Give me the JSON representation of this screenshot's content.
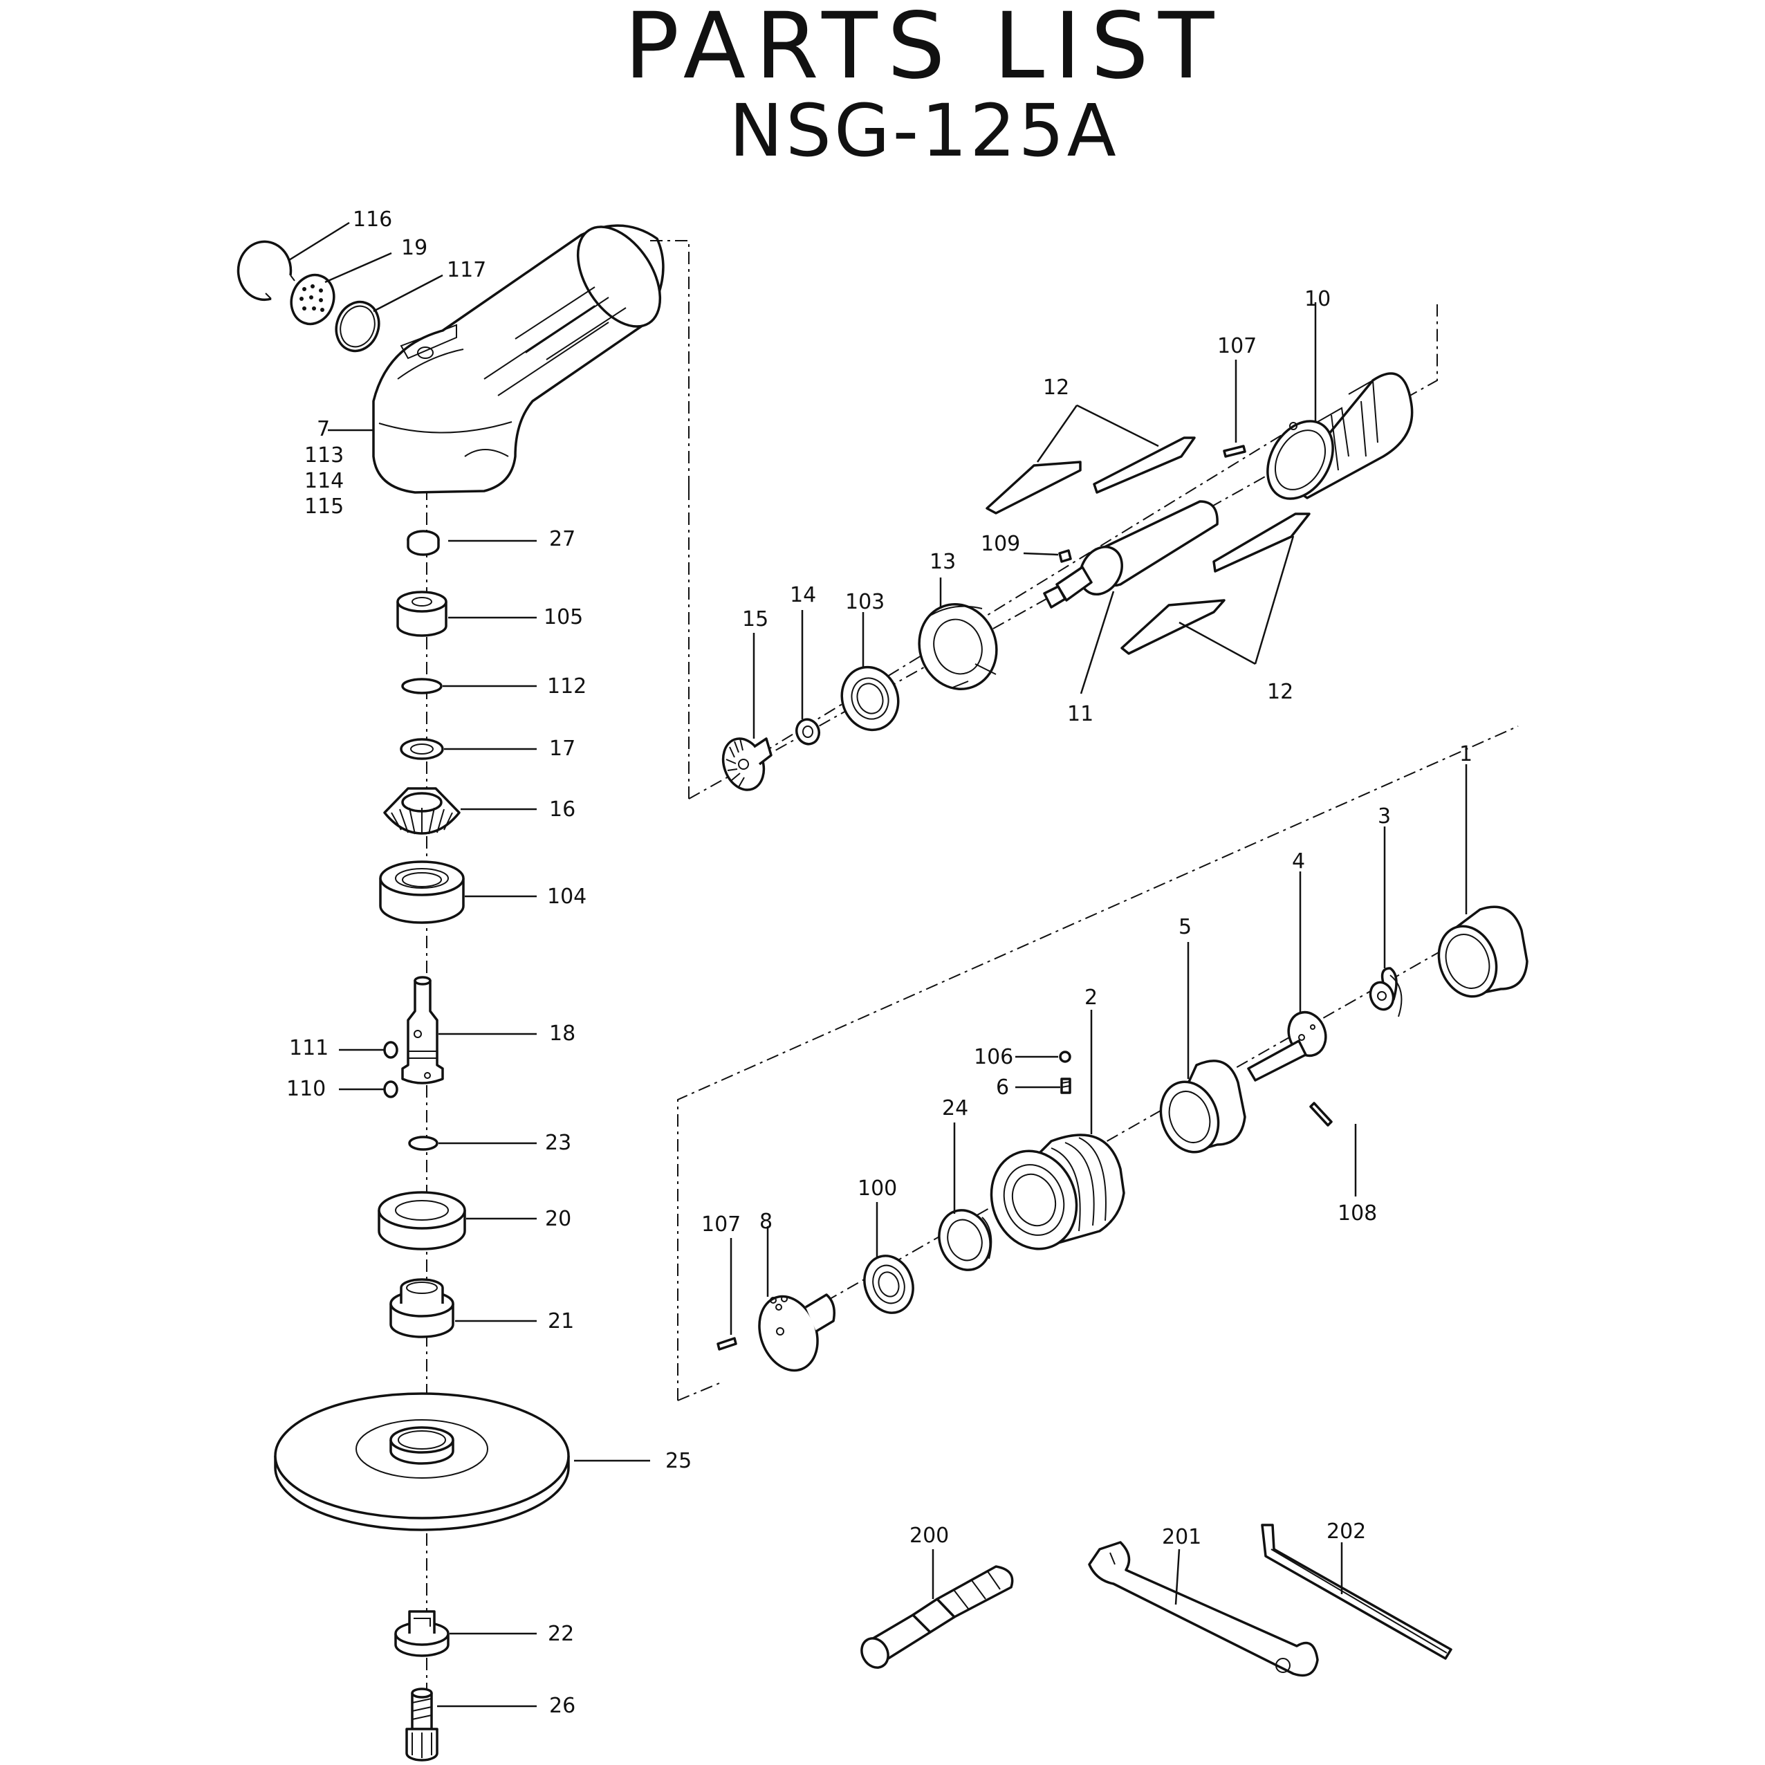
{
  "title": "PARTS  LIST",
  "model": "NSG-125A",
  "callouts": {
    "p116": "116",
    "p19": "19",
    "p117": "117",
    "p7": "7",
    "p113": "113",
    "p114": "114",
    "p115": "115",
    "p27": "27",
    "p105": "105",
    "p112": "112",
    "p17": "17",
    "p16": "16",
    "p104": "104",
    "p18": "18",
    "p111": "111",
    "p110": "110",
    "p23": "23",
    "p20": "20",
    "p21": "21",
    "p25": "25",
    "p22": "22",
    "p26": "26",
    "p10": "10",
    "p107a": "107",
    "p12a": "12",
    "p109": "109",
    "p13": "13",
    "p103": "103",
    "p14": "14",
    "p15": "15",
    "p11": "11",
    "p12b": "12",
    "p1": "1",
    "p3": "3",
    "p4": "4",
    "p5": "5",
    "p2": "2",
    "p106": "106",
    "p6": "6",
    "p24": "24",
    "p100": "100",
    "p107b": "107",
    "p8": "8",
    "p108": "108",
    "p200": "200",
    "p201": "201",
    "p202": "202"
  }
}
